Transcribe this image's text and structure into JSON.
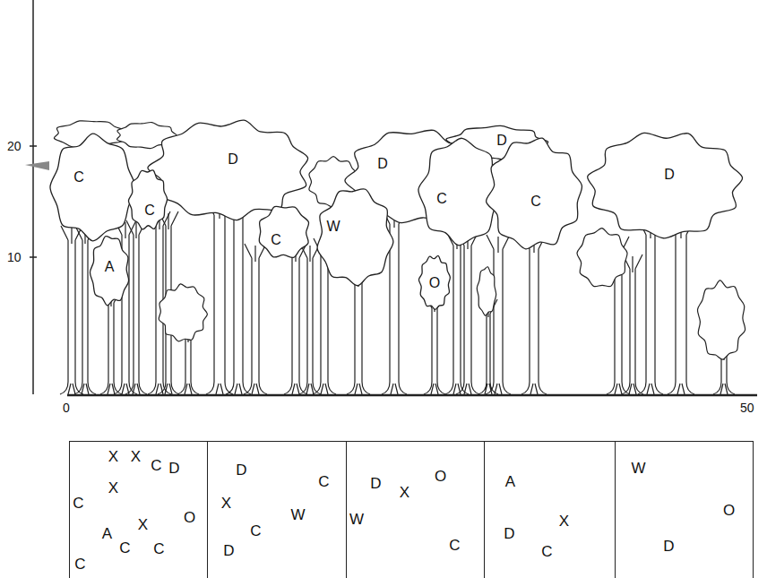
{
  "diagram": {
    "nodes": [
      {
        "text": [
          "C"
        ]
      },
      {
        "text": [
          "A"
        ]
      },
      {
        "text": [
          "C"
        ]
      },
      {
        "text": [
          "D"
        ]
      },
      {
        "text": [
          "C"
        ]
      },
      {
        "text": [
          "W"
        ]
      },
      {
        "text": [
          "D"
        ]
      },
      {
        "text": [
          "O"
        ]
      },
      {
        "text": [
          "C"
        ]
      },
      {
        "text": [
          "D"
        ]
      },
      {
        "text": [
          "C"
        ]
      },
      {
        "text": [
          "D"
        ]
      },
      {
        "text": [
          "X",
          "X",
          "C",
          "D",
          "X",
          "C",
          "O",
          "X",
          "A",
          "C",
          "C",
          "C"
        ]
      },
      {
        "text": [
          "D",
          "C",
          "X",
          "W",
          "C",
          "D"
        ]
      },
      {
        "text": [
          "D",
          "O",
          "X",
          "W",
          "C"
        ]
      },
      {
        "text": [
          "A",
          "X",
          "D",
          "C"
        ]
      },
      {
        "text": [
          "W",
          "O",
          "D"
        ]
      }
    ],
    "labels": [
      "20",
      "10",
      "0",
      "50"
    ]
  }
}
